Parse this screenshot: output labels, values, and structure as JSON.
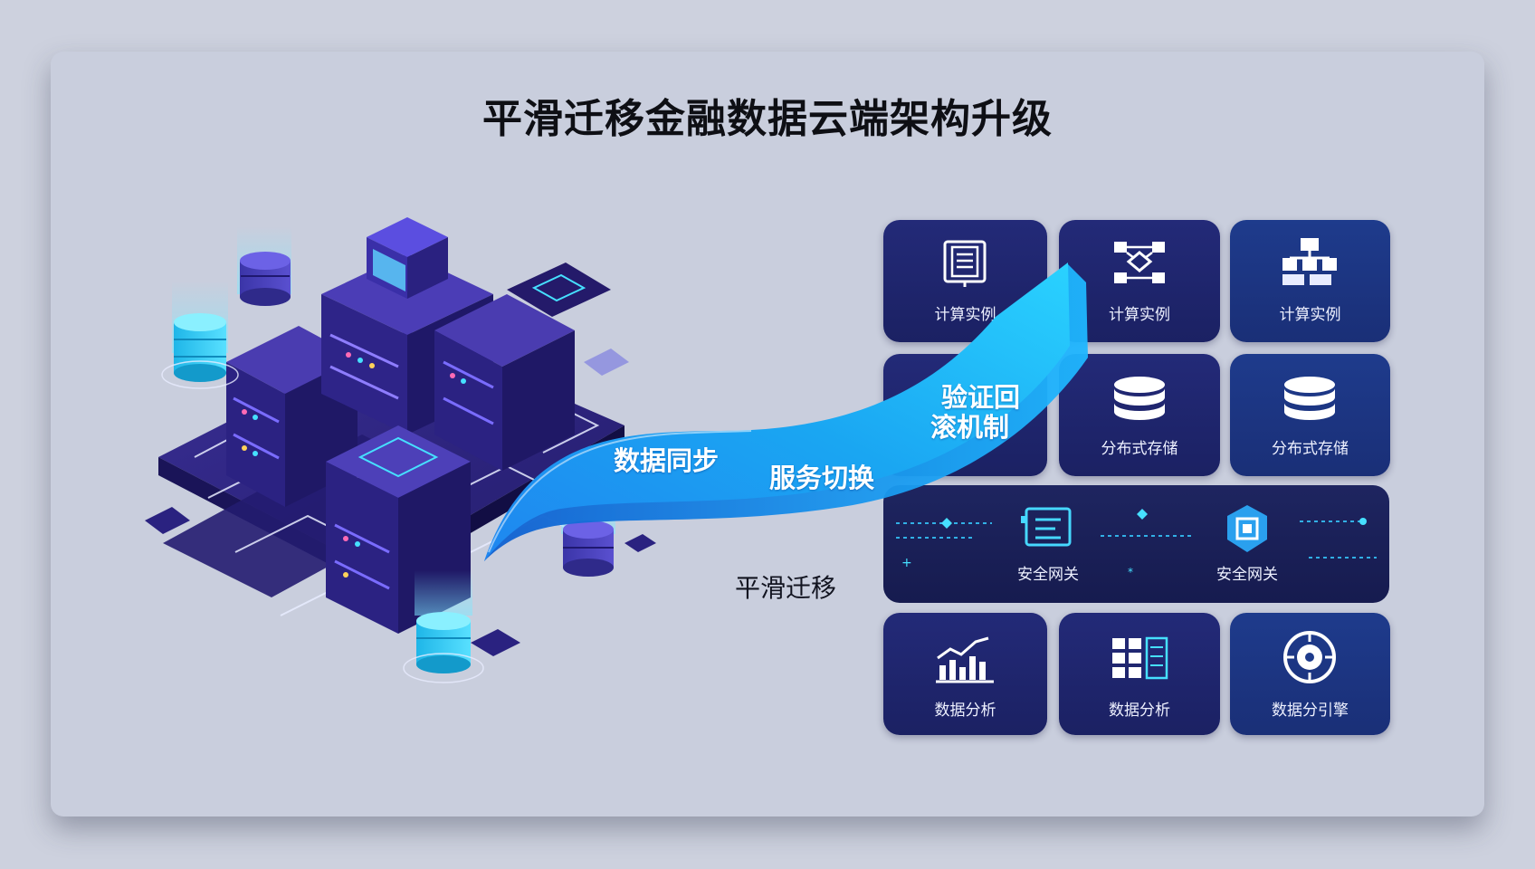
{
  "title": "平滑迁移金融数据云端架构升级",
  "migration_label": "平滑迁移",
  "ribbon": {
    "step1": "数据同步",
    "step2": "服务切换",
    "step3_line1": "验证回",
    "step3_line2": "滚机制"
  },
  "tiles": {
    "r1c1": "计算实例",
    "r1c2": "计算实例",
    "r1c3": "计算实例",
    "r2c2": "分布式存储",
    "r2c3": "分布式存储",
    "gw1": "安全网关",
    "gw2": "安全网关",
    "r4c1": "数据分析",
    "r4c2": "数据分析",
    "r4c3": "数据分引擎"
  },
  "icons": {
    "r1c1": "document-monitor-icon",
    "r1c2": "cluster-network-icon",
    "r1c3": "hierarchy-icon",
    "r2c2": "database-icon",
    "r2c3": "database-icon",
    "gw1": "gateway-panel-icon",
    "gw2": "chip-shield-icon",
    "r4c1": "bar-chart-trend-icon",
    "r4c2": "grid-dashboard-icon",
    "r4c3": "engine-gear-icon"
  },
  "colors": {
    "background": "#cdd1de",
    "tile_dark": "#232a78",
    "tile_blue": "#1e3b8c",
    "ribbon": "#1aa6f2",
    "server": "#3c2f8f"
  }
}
